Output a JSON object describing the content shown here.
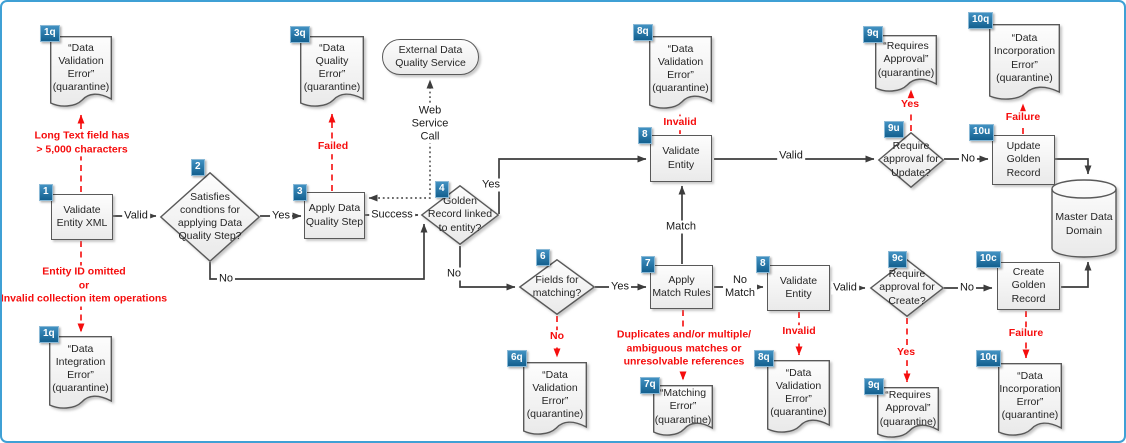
{
  "colors": {
    "frame_border": "#3FA0D5",
    "badge_blue": "#1D6FA8",
    "error_red": "#F50D0D",
    "wire_gray": "#3D3D3D",
    "shape_border": "#595959",
    "shape_fill": "#F2F2F2"
  },
  "nodes": {
    "doc_1q_validation": {
      "badge": "1q",
      "label": "“Data\nValidation\nError”\n(quarantine)"
    },
    "doc_1q_integration": {
      "badge": "1q",
      "label": "“Data\nIntegration\nError”\n(quarantine)"
    },
    "doc_3q": {
      "badge": "3q",
      "label": "“Data\nQuality\nError”\n(quarantine)"
    },
    "ext_service": {
      "label": "External Data\nQuality Service"
    },
    "box_1": {
      "badge": "1",
      "label": "Validate\nEntity XML"
    },
    "dia_2": {
      "badge": "2",
      "label": "Satisfies\ncondtions for\napplying Data\nQuality Step?"
    },
    "box_3": {
      "badge": "3",
      "label": "Apply Data\nQuality Step"
    },
    "dia_4": {
      "badge": "4",
      "label": "Golden\nRecord linked\nto entity?"
    },
    "dia_6": {
      "badge": "6",
      "label": "Fields for\nmatching?"
    },
    "doc_6q": {
      "badge": "6q",
      "label": "“Data\nValidation\nError”\n(quarantine)"
    },
    "box_7": {
      "badge": "7",
      "label": "Apply\nMatch Rules"
    },
    "doc_7q": {
      "badge": "7q",
      "label": "“Matching\nError”\n(quarantine)"
    },
    "box_8_top": {
      "badge": "8",
      "label": "Validate\nEntity"
    },
    "doc_8q_top": {
      "badge": "8q",
      "label": "“Data\nValidation\nError”\n(quarantine)"
    },
    "box_8_bottom": {
      "badge": "8",
      "label": "Validate\nEntity"
    },
    "doc_8q_bottom": {
      "badge": "8q",
      "label": "“Data\nValidation\nError”\n(quarantine)"
    },
    "dia_9u": {
      "badge": "9u",
      "label": "Require\napproval for\nUpdate?"
    },
    "doc_9q_update": {
      "badge": "9q",
      "label": "“Requires\nApproval”\n(quarantine)"
    },
    "dia_9c": {
      "badge": "9c",
      "label": "Require\napproval for\nCreate?"
    },
    "doc_9q_create": {
      "badge": "9q",
      "label": "“Requires\nApproval”\n(quarantine)"
    },
    "box_10u": {
      "badge": "10u",
      "label": "Update\nGolden\nRecord"
    },
    "doc_10q_update": {
      "badge": "10q",
      "label": "“Data\nIncorporation\nError”\n(quarantine)"
    },
    "box_10c": {
      "badge": "10c",
      "label": "Create\nGolden\nRecord"
    },
    "doc_10q_create": {
      "badge": "10q",
      "label": "“Data\nIncorporation\nError”\n(quarantine)"
    },
    "datastore": {
      "label": "Master Data\nDomain"
    }
  },
  "edge_labels": {
    "valid_1": "Valid",
    "yes_2": "Yes",
    "no_2": "No",
    "success_3": "Success",
    "yes_4": "Yes",
    "no_4": "No",
    "yes_6": "Yes",
    "match_7": "Match",
    "no_match_7": "No\nMatch",
    "valid_8_top": "Valid",
    "no_9u": "No",
    "valid_8_bottom": "Valid",
    "no_9c": "No",
    "web_service_call": "Web\nService\nCall"
  },
  "annotations": {
    "long_text": "Long Text field has\n> 5,000 characters",
    "entity_id": "Entity ID omitted\nor\nInvalid collection item operations",
    "failed": "Failed",
    "invalid_top": "Invalid",
    "yes_update": "Yes",
    "failure_update": "Failure",
    "no_matching": "No",
    "duplicates": "Duplicates and/or multiple/\nambiguous matches or\nunresolvable references",
    "invalid_bottom": "Invalid",
    "yes_create": "Yes",
    "failure_create": "Failure"
  }
}
